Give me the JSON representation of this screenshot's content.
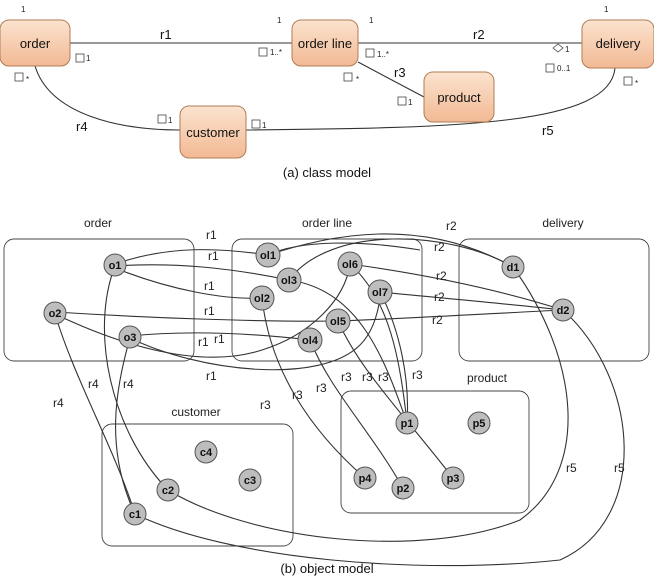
{
  "class_model": {
    "caption": "(a) class model",
    "classes": {
      "order": "order",
      "order_line": "order line",
      "delivery": "delivery",
      "product": "product",
      "customer": "customer"
    },
    "relations": {
      "r1": "r1",
      "r2": "r2",
      "r3": "r3",
      "r4": "r4",
      "r5": "r5"
    },
    "multiplicities": {
      "one": "1",
      "one_many": "1..*",
      "many": "*",
      "zero_one": "0..1"
    }
  },
  "object_model": {
    "caption": "(b) object model",
    "groups": {
      "order": "order",
      "order_line": "order line",
      "delivery": "delivery",
      "product": "product",
      "customer": "customer"
    },
    "objects": {
      "o1": "o1",
      "o2": "o2",
      "o3": "o3",
      "ol1": "ol1",
      "ol2": "ol2",
      "ol3": "ol3",
      "ol4": "ol4",
      "ol5": "ol5",
      "ol6": "ol6",
      "ol7": "ol7",
      "d1": "d1",
      "d2": "d2",
      "p1": "p1",
      "p2": "p2",
      "p3": "p3",
      "p4": "p4",
      "p5": "p5",
      "c1": "c1",
      "c2": "c2",
      "c3": "c3",
      "c4": "c4"
    },
    "relations": {
      "r1": "r1",
      "r2": "r2",
      "r3": "r3",
      "r4": "r4",
      "r5": "r5"
    }
  },
  "colors": {
    "class_fill_top": "#fbe3cf",
    "class_fill_bottom": "#f2b994",
    "class_border": "#b07d55",
    "object_fill": "#bdbdbd"
  }
}
